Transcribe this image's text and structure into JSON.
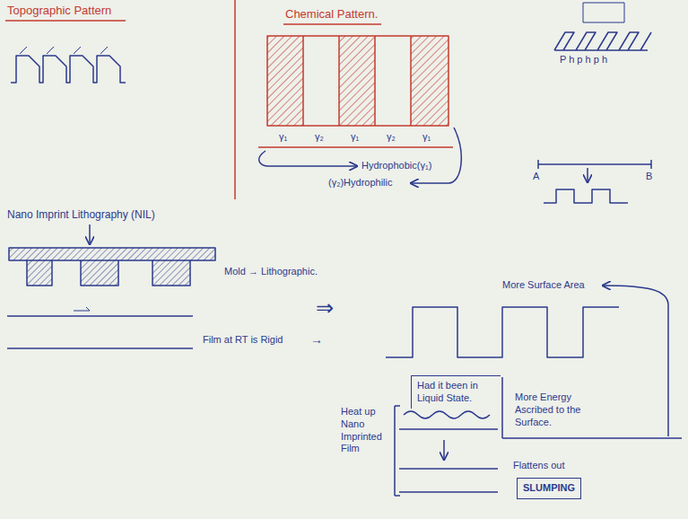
{
  "diagram": {
    "nodes": [
      {
        "text": [
          "Had it been in Liquid State."
        ]
      },
      {
        "text": [
          "SLUMPING"
        ]
      }
    ],
    "labels": [
      "Topographic Pattern",
      "Chemical Pattern.",
      "γ₁",
      "γ₂",
      "γ₁",
      "γ₂",
      "γ₁",
      "Hydrophobic(γ₁)",
      "(γ₂)Hydrophilic",
      "P h p h p h",
      "A",
      "B",
      "Nano Imprint Lithography (NIL)",
      "Mold → Lithographic.",
      "Film at RT is Rigid",
      "⇒",
      "→",
      "More Surface Area",
      "More Energy Ascribed to the Surface.",
      "Heat up Nano Imprinted Film",
      "Flattens out"
    ]
  }
}
